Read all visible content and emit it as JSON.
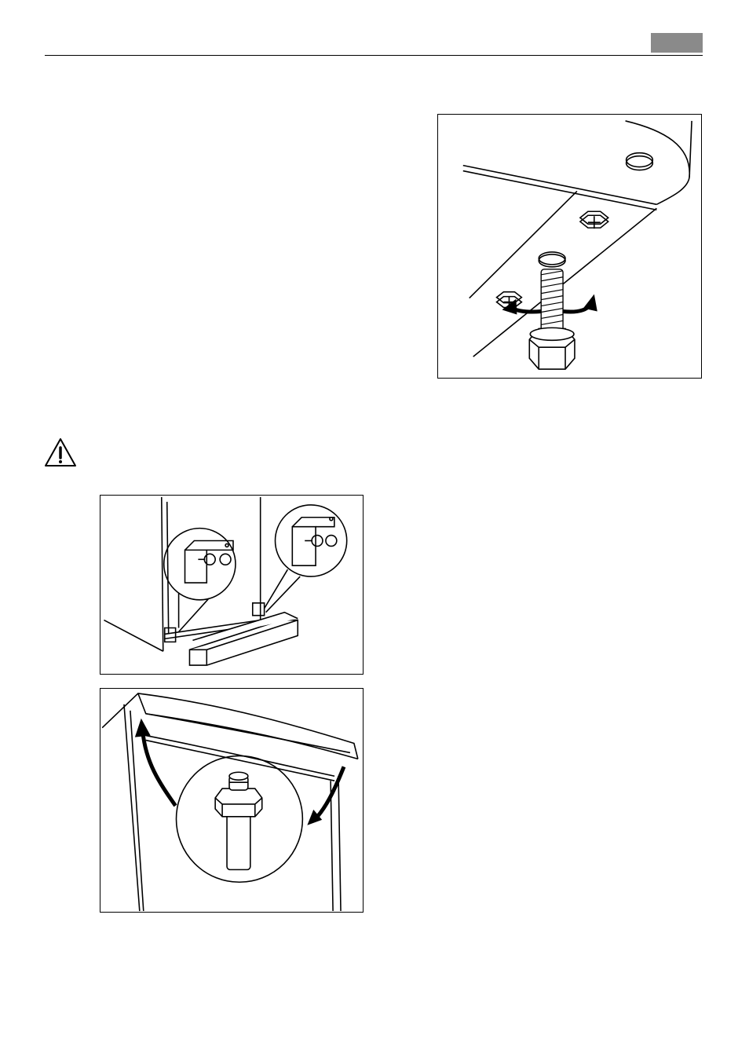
{
  "page": {
    "header_tab_color": "#8a8a8a",
    "line_color": "#000000"
  },
  "figures": [
    {
      "name": "adjustable-foot-figure",
      "icons": [
        "foot-screw-icon",
        "rotate-arrows-icon"
      ]
    },
    {
      "name": "plinth-brackets-figure",
      "icons": [
        "bracket-detail-icon",
        "plinth-icon"
      ]
    },
    {
      "name": "door-hinge-pin-figure",
      "icons": [
        "hinge-pin-icon",
        "move-arrows-icon"
      ]
    }
  ],
  "warning": {
    "icon": "warning-triangle-icon"
  }
}
